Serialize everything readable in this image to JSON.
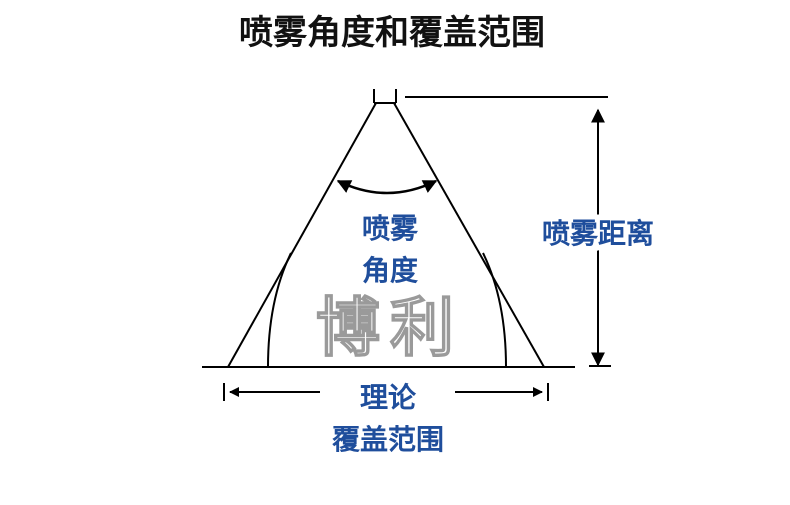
{
  "title": "喷雾角度和覆盖范围",
  "labels": {
    "spray_angle_line1": "喷雾",
    "spray_angle_line2": "角度",
    "spray_distance": "喷雾距离",
    "coverage_line1": "理论",
    "coverage_line2": "覆盖范围"
  },
  "watermark": "博利",
  "colors": {
    "label_blue": "#1f4e9c",
    "line": "#000000",
    "title": "#111111"
  }
}
